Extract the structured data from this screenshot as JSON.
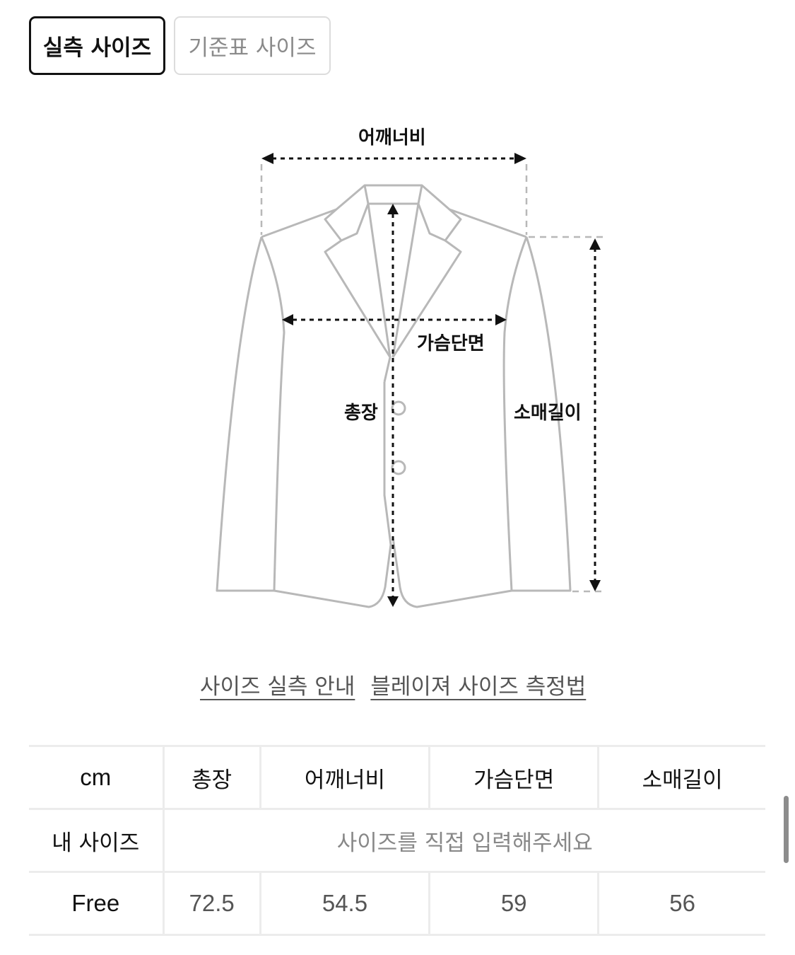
{
  "tabs": [
    {
      "label": "실측 사이즈",
      "active": true
    },
    {
      "label": "기준표 사이즈",
      "active": false
    }
  ],
  "diagram": {
    "garment": "blazer-jacket",
    "labels": {
      "shoulder_width": "어깨너비",
      "chest": "가슴단면",
      "total_length": "총장",
      "sleeve_length": "소매길이"
    },
    "colors": {
      "outline": "#b8b8b8",
      "arrow": "#111111"
    }
  },
  "links": [
    {
      "label": "사이즈 실측 안내"
    },
    {
      "label": "블레이져 사이즈 측정법"
    }
  ],
  "size_table": {
    "unit_label": "cm",
    "columns": [
      "총장",
      "어깨너비",
      "가슴단면",
      "소매길이"
    ],
    "my_size": {
      "label": "내 사이즈",
      "placeholder": "사이즈를 직접 입력해주세요"
    },
    "rows": [
      {
        "size": "Free",
        "values": [
          "72.5",
          "54.5",
          "59",
          "56"
        ]
      }
    ]
  }
}
